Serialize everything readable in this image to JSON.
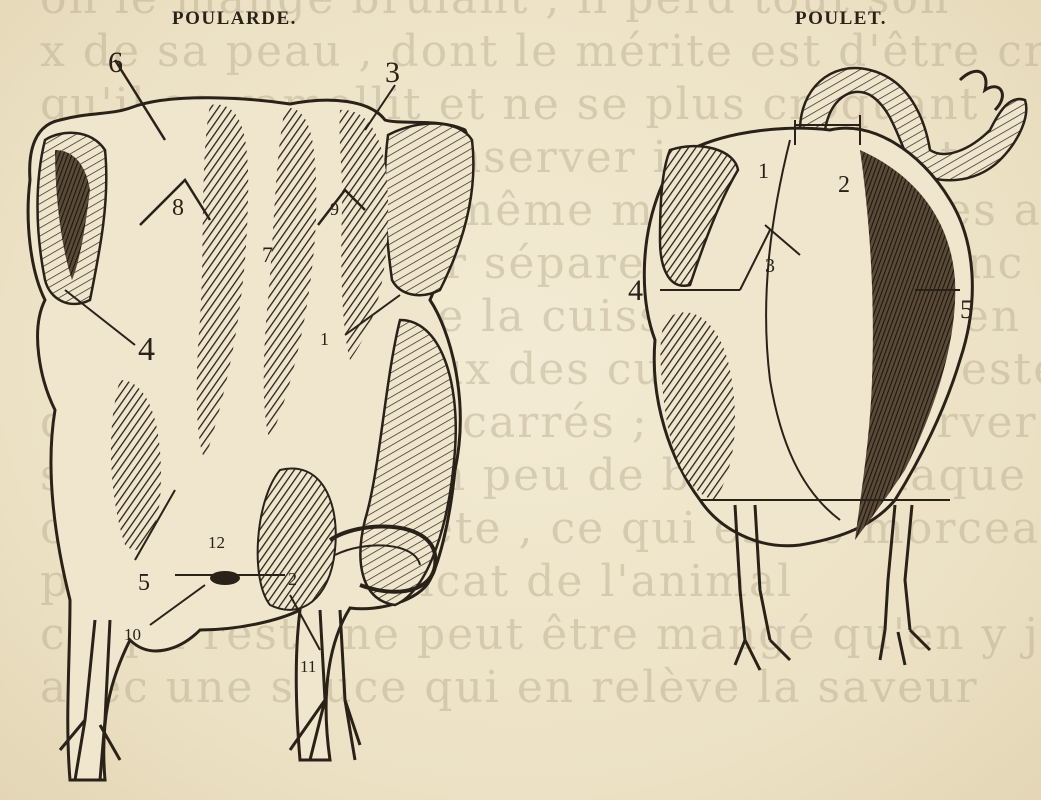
{
  "titles": {
    "left": "POULARDE.",
    "right": "POULET."
  },
  "poularde_labels": {
    "n1": "1",
    "n2": "2",
    "n3": "3",
    "n4": "4",
    "n5": "5",
    "n6": "6",
    "n7": "7",
    "n8": "8",
    "n9": "9",
    "n10": "10",
    "n11": "11",
    "n12": "12"
  },
  "poulet_labels": {
    "n1": "1",
    "n2": "2",
    "n3": "3",
    "n4": "4",
    "n5": "5"
  },
  "bleed_through_lines": [
    "on le mange brûlant , il perd tout son",
    "x de sa peau , dont le mérite est d'être cro",
    "qu'il se ramollit et ne se plus croquant",
    "ne peut pas le conserver indéfiniment",
    "on tranche de la même manière que les autres",
    "on commence par séparer l'aile du tronc",
    "ensuite on enlève la cuisse et le dos , en",
    "offre les morceaux des cuisses et du reste",
    "de la manière en carrés ; il faut observer",
    "soin de laisser un peu de blanc à chaque",
    "on conserve la tête , ce qui est le morceau",
    "pour le plus délicat de l'animal",
    "ce qui reste ne peut être mangé qu'en y joint",
    "avec une sauce qui en relève la saveur"
  ]
}
